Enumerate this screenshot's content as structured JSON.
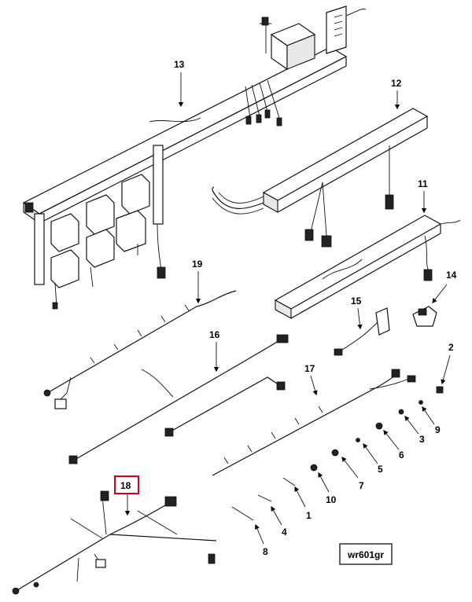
{
  "callouts": {
    "c1": "1",
    "c2": "2",
    "c3": "3",
    "c4": "4",
    "c5": "5",
    "c6": "6",
    "c7": "7",
    "c8": "8",
    "c9": "9",
    "c10": "10",
    "c11": "11",
    "c12": "12",
    "c13": "13",
    "c14": "14",
    "c15": "15",
    "c16": "16",
    "c17": "17",
    "c18": "18",
    "c19": "19"
  },
  "figure_id": "wr601gr",
  "highlight": {
    "color": "#d0021b",
    "callout": "18"
  }
}
